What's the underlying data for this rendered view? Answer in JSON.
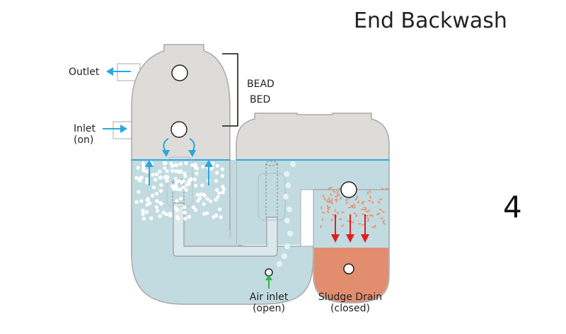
{
  "title": "End Backwash",
  "step_number": "4",
  "labels": {
    "outlet": "Outlet",
    "inlet_line1": "Inlet",
    "inlet_line2": "(on)",
    "bead_bed_line1": "BEAD",
    "bead_bed_line2": "BED",
    "air_inlet_line1": "Air inlet",
    "air_inlet_line2": "(open)",
    "sludge_drain_line1": "Sludge Drain",
    "sludge_drain_line2": "(closed)"
  },
  "states": {
    "inlet": "on",
    "air_inlet": "open",
    "sludge_drain": "closed"
  },
  "colors": {
    "tank_gray": "#dedcd8",
    "tank_outline": "#a9a9a9",
    "water": "#c2dbe1",
    "water_line": "#29a8e0",
    "flow_arrow": "#29a8e0",
    "sludge_arrow": "#e02020",
    "sludge": "#e28d6e",
    "sludge_particles": "#ee8f6a",
    "air_arrow": "#35b54a"
  }
}
